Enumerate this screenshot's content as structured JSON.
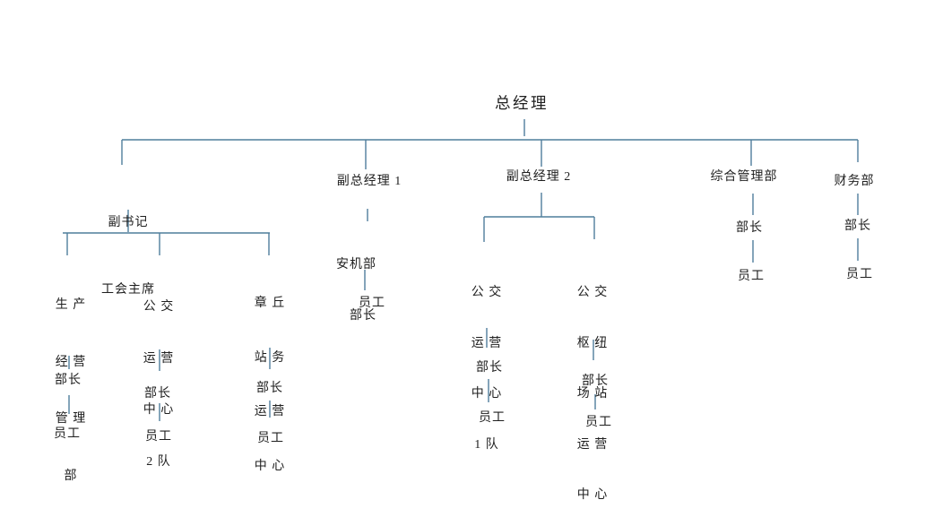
{
  "page": {
    "background": "#ffffff",
    "line_color": "#4f7e9c",
    "text_color": "#1f1f1f"
  },
  "org_chart": {
    "root": "总经理",
    "level2": {
      "deputy_secretary": [
        "副书记",
        "工会主席"
      ],
      "deputy_gm1": "副总经理 1",
      "deputy_gm2": "副总经理 2",
      "general_management": "综合管理部",
      "finance": "财务部"
    },
    "production_dept": {
      "lines": [
        "生 产",
        "经 营",
        "管 理",
        "部"
      ],
      "head": "部长",
      "staff": "员工"
    },
    "bus_ops_team2": {
      "lines": [
        "公 交",
        "运 营",
        "中 心",
        "2 队"
      ],
      "head": "部长",
      "staff": "员工"
    },
    "zhangqiu_station": {
      "lines": [
        "章 丘",
        "站 务",
        "运 营",
        "中 心"
      ],
      "head": "部长",
      "staff": "员工"
    },
    "anji_dept": {
      "lines": [
        "安机部",
        "部长"
      ],
      "staff": "员工"
    },
    "bus_ops_team1": {
      "lines": [
        "公 交",
        "运 营",
        "中 心",
        "1 队"
      ],
      "head": "部长",
      "staff": "员工"
    },
    "hub_station": {
      "lines": [
        "公 交",
        "枢 纽",
        "场 站",
        "运 营",
        "中 心"
      ],
      "head": "部长",
      "staff": "员工"
    },
    "general_management_chain": {
      "head": "部长",
      "staff": "员工"
    },
    "finance_chain": {
      "head": "部长",
      "staff": "员工"
    }
  }
}
